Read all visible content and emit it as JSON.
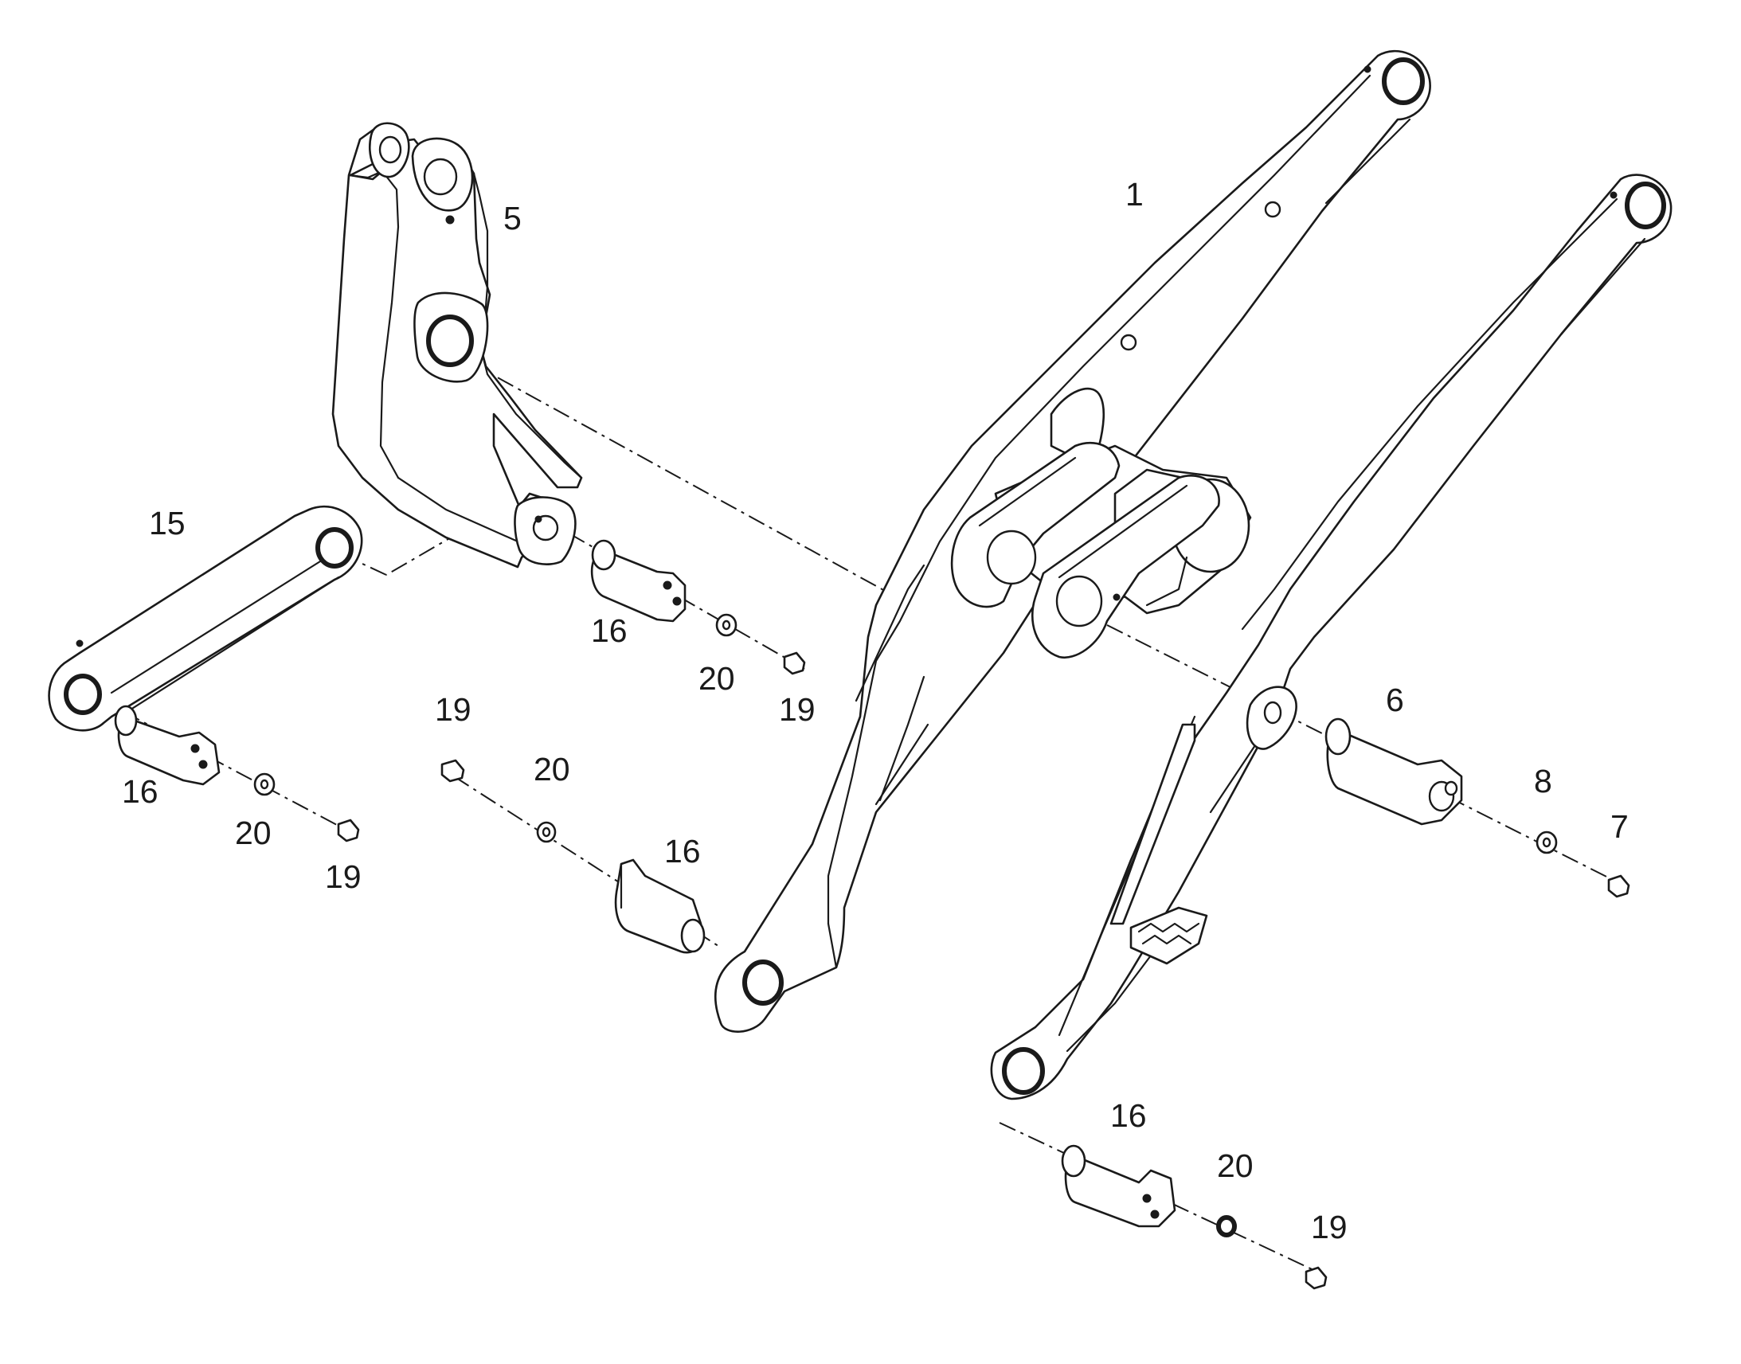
{
  "diagram": {
    "colors": {
      "line": "#1a1a1a",
      "background": "#ffffff"
    },
    "callouts": {
      "c1": "1",
      "c5": "5",
      "c15": "15",
      "c16a": "16",
      "c16b": "16",
      "c16c": "16",
      "c16d": "16",
      "c19a": "19",
      "c19b": "19",
      "c19c": "19",
      "c19d": "19",
      "c20a": "20",
      "c20b": "20",
      "c20c": "20",
      "c20d": "20",
      "c6": "6",
      "c8": "8",
      "c7": "7"
    }
  }
}
